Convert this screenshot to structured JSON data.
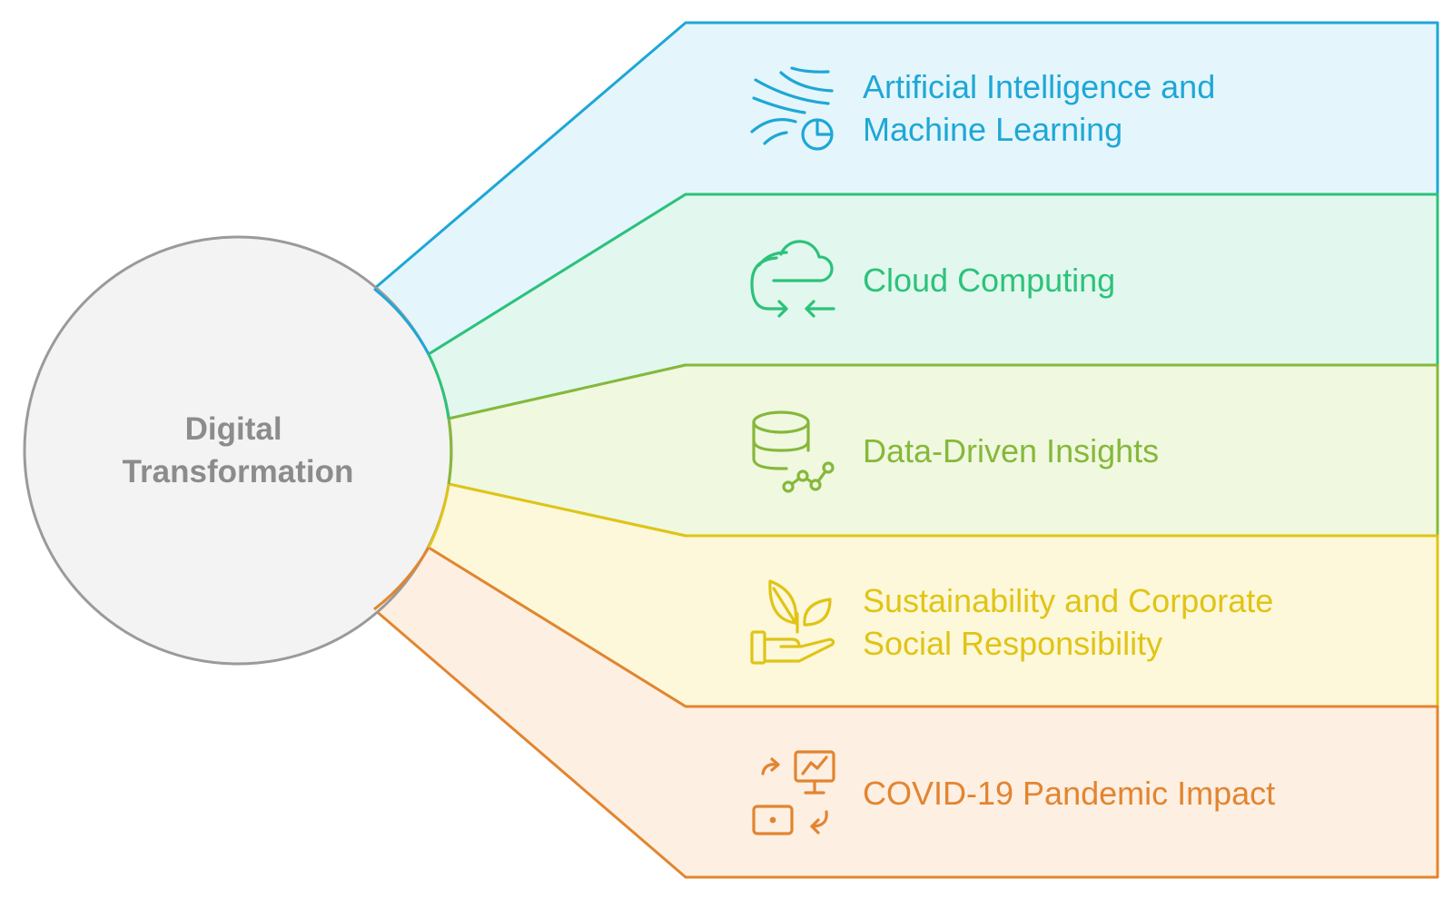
{
  "center": {
    "title_lines": [
      "Digital",
      "Transformation"
    ]
  },
  "branches": [
    {
      "label_lines": [
        "Artificial Intelligence and",
        "Machine Learning"
      ],
      "icon": "ai-wind-chart-icon",
      "stroke": "#1ea7d6",
      "fill": "#e4f6fc"
    },
    {
      "label_lines": [
        "Cloud Computing"
      ],
      "icon": "cloud-sync-icon",
      "stroke": "#2cc27a",
      "fill": "#e2f8ee"
    },
    {
      "label_lines": [
        "Data-Driven Insights"
      ],
      "icon": "database-network-icon",
      "stroke": "#86b83a",
      "fill": "#f0f8e0"
    },
    {
      "label_lines": [
        "Sustainability and Corporate",
        "Social Responsibility"
      ],
      "icon": "hand-plant-icon",
      "stroke": "#e0c416",
      "fill": "#fdf8da"
    },
    {
      "label_lines": [
        "COVID-19 Pandemic Impact"
      ],
      "icon": "remote-work-icon",
      "stroke": "#e28530",
      "fill": "#fdefe2"
    }
  ]
}
